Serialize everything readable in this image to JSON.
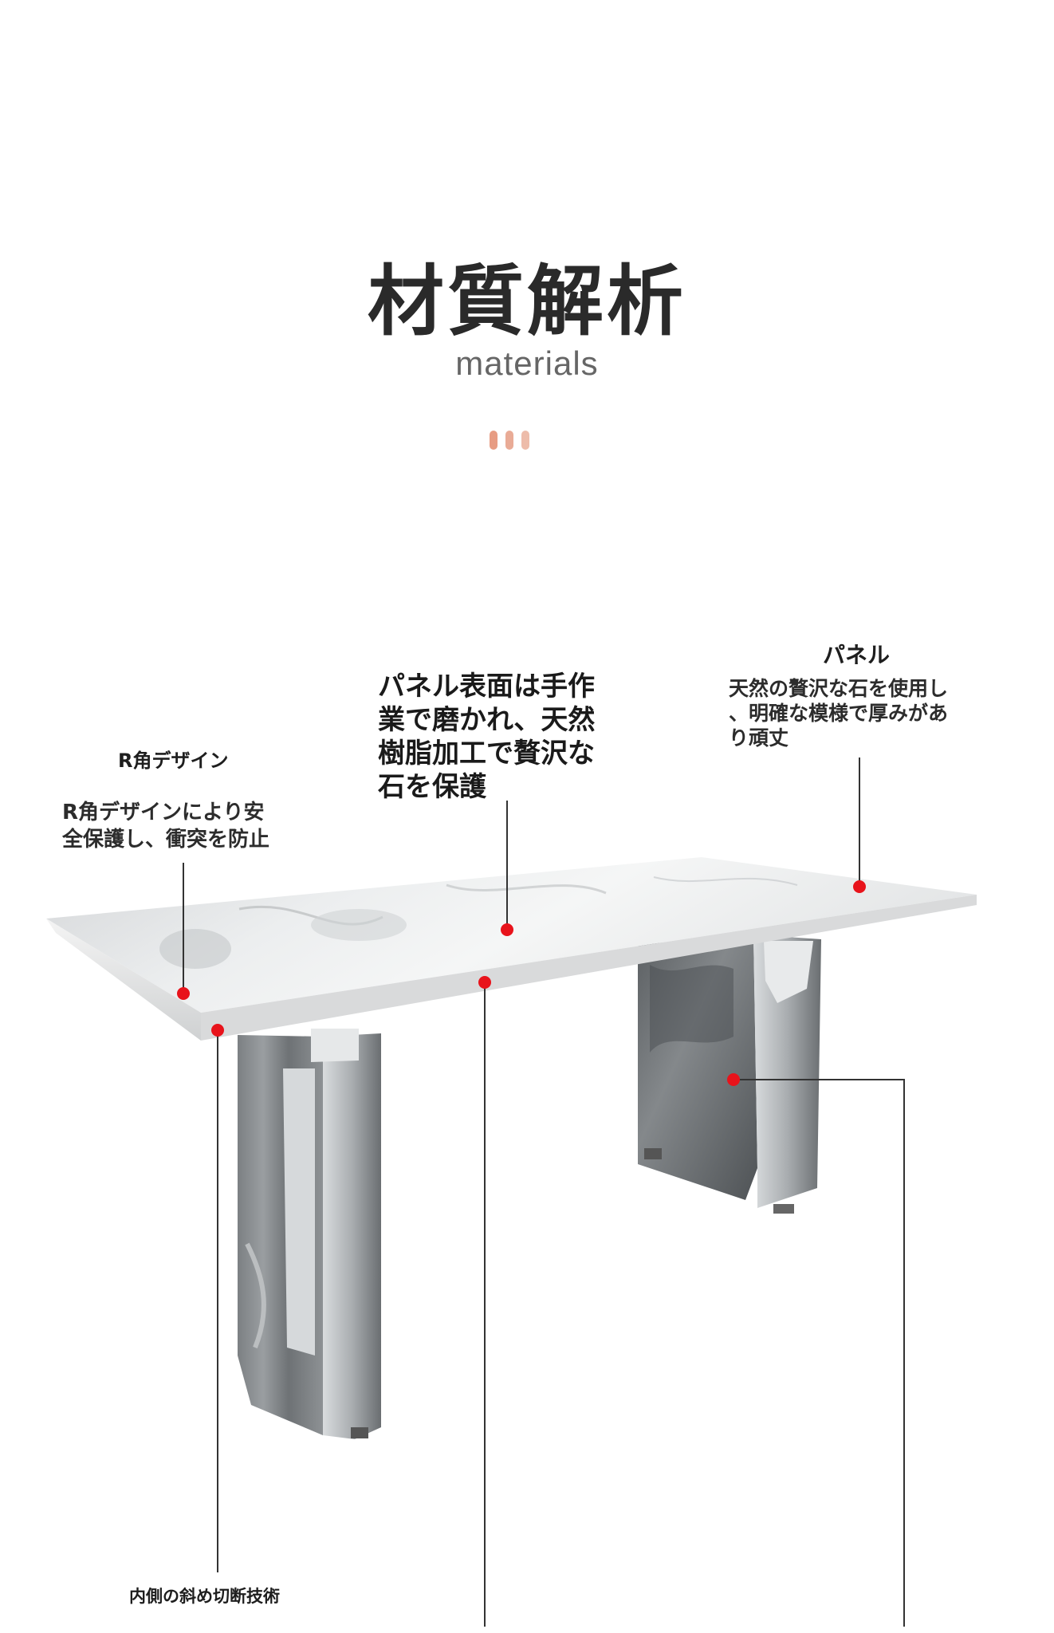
{
  "header": {
    "title": "材質解析",
    "subtitle": "materials"
  },
  "callouts": {
    "r_corner": {
      "title": "R角デザイン",
      "description_line1": "R角デザインにより安",
      "description_line2": "全保護し、衝突を防止"
    },
    "surface": {
      "line1": "パネル表面は手作",
      "line2": "業で磨かれ、天然",
      "line3": "樹脂加工で贅沢な",
      "line4": "石を保護"
    },
    "panel": {
      "title": "パネル",
      "description_line1": "天然の贅沢な石を使用し",
      "description_line2": "、明確な模様で厚みがあ",
      "description_line3": "り頑丈"
    },
    "bevel": {
      "title": "内側の斜め切断技術"
    }
  },
  "colors": {
    "accent_red": "#e8131b",
    "dot_peach": "#e2a48f",
    "leader_line": "#333333"
  }
}
